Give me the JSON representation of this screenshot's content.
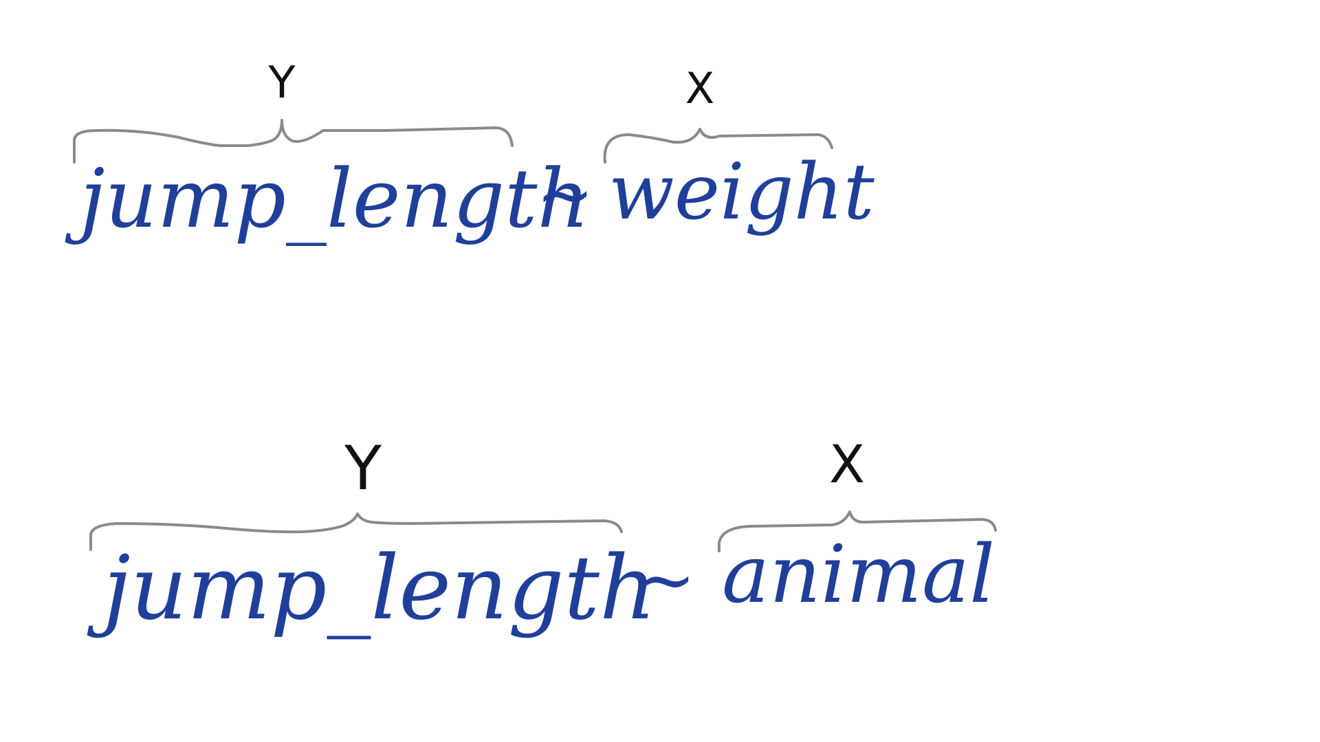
{
  "formulas": [
    {
      "response": "jump_length",
      "tilde": "~",
      "predictor": "weight",
      "response_label": "Y",
      "predictor_label": "X"
    },
    {
      "response": "jump_length",
      "tilde": "~",
      "predictor": "animal",
      "response_label": "Y",
      "predictor_label": "X"
    }
  ],
  "colors": {
    "ink": "#1f3f9a",
    "brace": "#8a8a8a",
    "label": "#111111"
  }
}
